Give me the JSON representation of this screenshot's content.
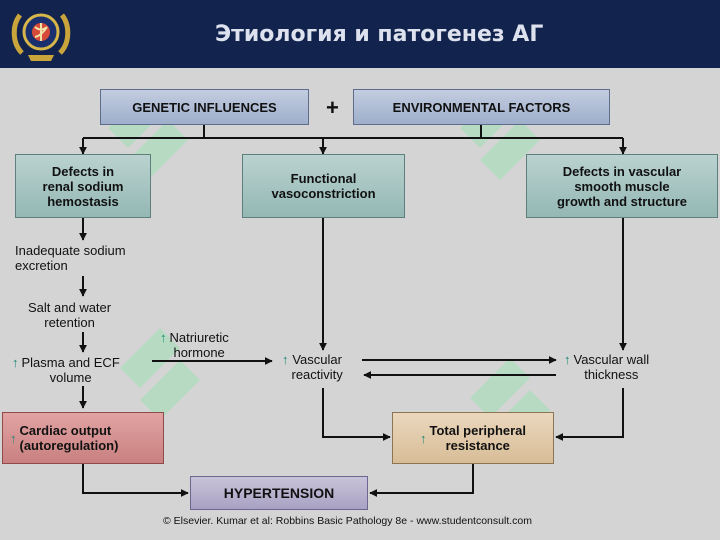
{
  "slide": {
    "title": "Этиология и патогенез АГ"
  },
  "diagram": {
    "plus_sign": "+",
    "boxes": {
      "genetic": "GENETIC INFLUENCES",
      "environmental": "ENVIRONMENTAL FACTORS",
      "renal_defects": "Defects in\nrenal sodium\nhemostasis",
      "functional_vasoconstriction": "Functional\nvasoconstriction",
      "vascular_defects": "Defects in vascular\nsmooth muscle\ngrowth and structure",
      "cardiac_output": "Cardiac output\n(autoregulation)",
      "peripheral_resistance": "Total peripheral\nresistance",
      "hypertension": "HYPERTENSION"
    },
    "labels": {
      "inadequate_sodium": "Inadequate sodium\nexcretion",
      "salt_water": "Salt and water\nretention",
      "plasma_ecf": "Plasma and ECF\nvolume",
      "natriuretic": "Natriuretic\nhormone",
      "vascular_reactivity": "Vascular\nreactivity",
      "vascular_wall": "Vascular wall\nthickness"
    },
    "increase_marker": "↑",
    "credit": "© Elsevier. Kumar et al: Robbins Basic Pathology 8e - www.studentconsult.com"
  },
  "colors": {
    "header_bg": "#12244e",
    "background": "#d4d4d4",
    "increase_arrow": "#1f8a76",
    "watermark": "#9fe0b4"
  }
}
